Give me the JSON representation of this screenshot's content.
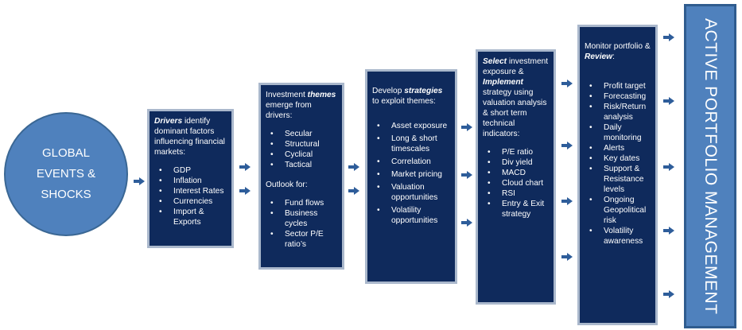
{
  "circle": {
    "lines": [
      "GLOBAL",
      "EVENTS &",
      "SHOCKS"
    ]
  },
  "box1": {
    "lead_bold": "Drivers",
    "lead_rest": " identify dominant factors influencing financial markets:",
    "items": [
      "GDP",
      "Inflation",
      "Interest Rates",
      "Currencies",
      "Import & Exports"
    ]
  },
  "box2": {
    "intro_pre": "Investment ",
    "intro_bold": "themes",
    "intro_post": " emerge from drivers:",
    "items": [
      "Secular",
      "Structural",
      "Cyclical",
      "Tactical"
    ],
    "outlook_title": "Outlook for:",
    "outlook_items": [
      "Fund flows",
      "Business cycles",
      "Sector P/E ratio’s"
    ]
  },
  "box3": {
    "intro_pre": "Develop ",
    "intro_bold": "strategies",
    "intro_post": " to exploit themes:",
    "items": [
      "Asset exposure",
      "Long & short timescales",
      "Correlation",
      "Market pricing",
      "Valuation opportunities",
      "Volatility opportunities"
    ]
  },
  "box4": {
    "select_bold": "Select",
    "select_rest": " investment exposure & ",
    "implement_bold": "Implement",
    "implement_rest": " strategy using valuation analysis & short term technical indicators:",
    "items": [
      "P/E ratio",
      "Div yield",
      "MACD",
      "Cloud chart",
      "RSI",
      "Entry & Exit strategy"
    ]
  },
  "box5": {
    "intro_pre": "Monitor portfolio & ",
    "intro_bold": "Review",
    "intro_post": ":",
    "items": [
      "Profit target",
      "Forecasting",
      "Risk/Return analysis",
      "Daily monitoring",
      "Alerts",
      "Key dates",
      "Support & Resistance levels",
      "Ongoing Geopolitical risk",
      "Volatility awareness"
    ]
  },
  "final": {
    "label": "ACTIVE PORTFOLIO MANAGEMENT"
  },
  "colors": {
    "box_fill": "#0f2a5c",
    "circle_fill": "#4f81bd",
    "arrow": "#2e5d9a",
    "final_fill": "#4f81bd"
  }
}
